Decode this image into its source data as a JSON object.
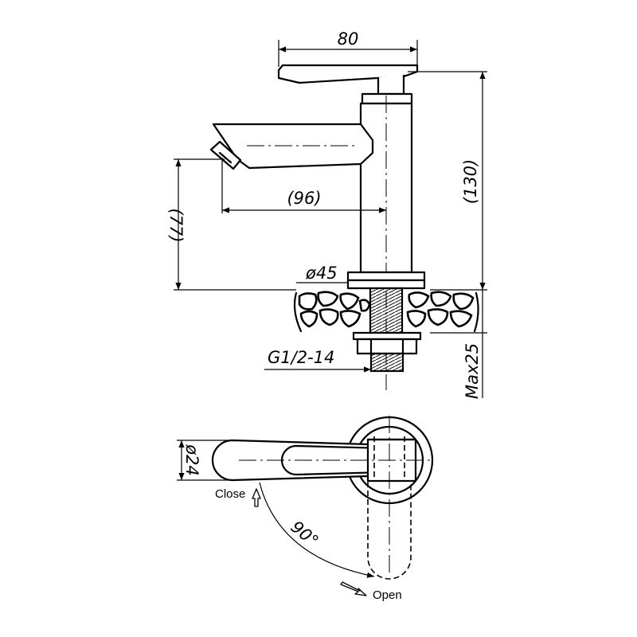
{
  "dimensions": {
    "handle_length": "80",
    "total_height": "(130)",
    "spout_reach": "(96)",
    "spout_height": "(77)",
    "base_diameter": "ø45",
    "thread": "G1/2-14",
    "max_thickness": "Max25",
    "handle_diameter": "ø24",
    "rotation_angle": "90°"
  },
  "labels": {
    "close": "Close",
    "open": "Open"
  },
  "icons": [
    "close-arrow-icon",
    "open-arrow-icon"
  ]
}
